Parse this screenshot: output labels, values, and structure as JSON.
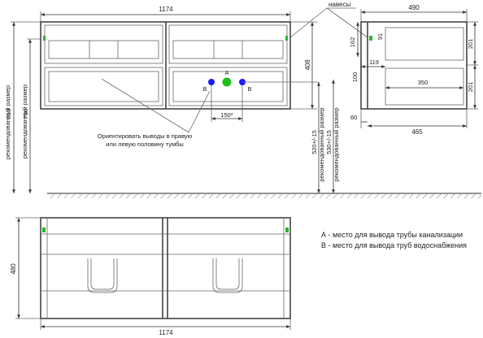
{
  "front_view": {
    "width_label": "1174",
    "height_label": "408",
    "pipe_spacing_label": "150*",
    "point_a_label": "А",
    "point_b_left_label": "В",
    "point_b_right_label": "В",
    "orient_note_line1": "Ориентировать выводы в правую",
    "orient_note_line2": "или левую половину тумбы",
    "hinges_label": "навесы"
  },
  "mounting_heights": {
    "overall_recommended_value": "810",
    "overall_recommended_text": "рекомендованный размер",
    "cabinet_recommended_value": "730",
    "cabinet_recommended_text": "рекомендованный размер",
    "outlet_a_value": "520+/-15",
    "outlet_a_text": "рекомендованный размер",
    "outlet_b_value": "530+/-15",
    "outlet_b_text": "рекомендованный размер"
  },
  "side_view": {
    "depth_label": "490",
    "depth_bottom_label": "465",
    "top_offset_label": "162",
    "hinge_label": "91",
    "drawer_height_top": "201",
    "drawer_height_bottom": "201",
    "label_100": "100",
    "label_119": "119",
    "label_350": "350",
    "label_60": "60"
  },
  "top_view": {
    "width_label": "1174",
    "depth_label": "480"
  },
  "legend": {
    "line_a": "А - место для вывода трубы канализации",
    "line_b": "В - место для вывода труб водоснабжения"
  },
  "colors": {
    "point_a": "#1fbf1f",
    "point_b": "#1a1aff",
    "hinge_marker": "#2bb52b"
  }
}
